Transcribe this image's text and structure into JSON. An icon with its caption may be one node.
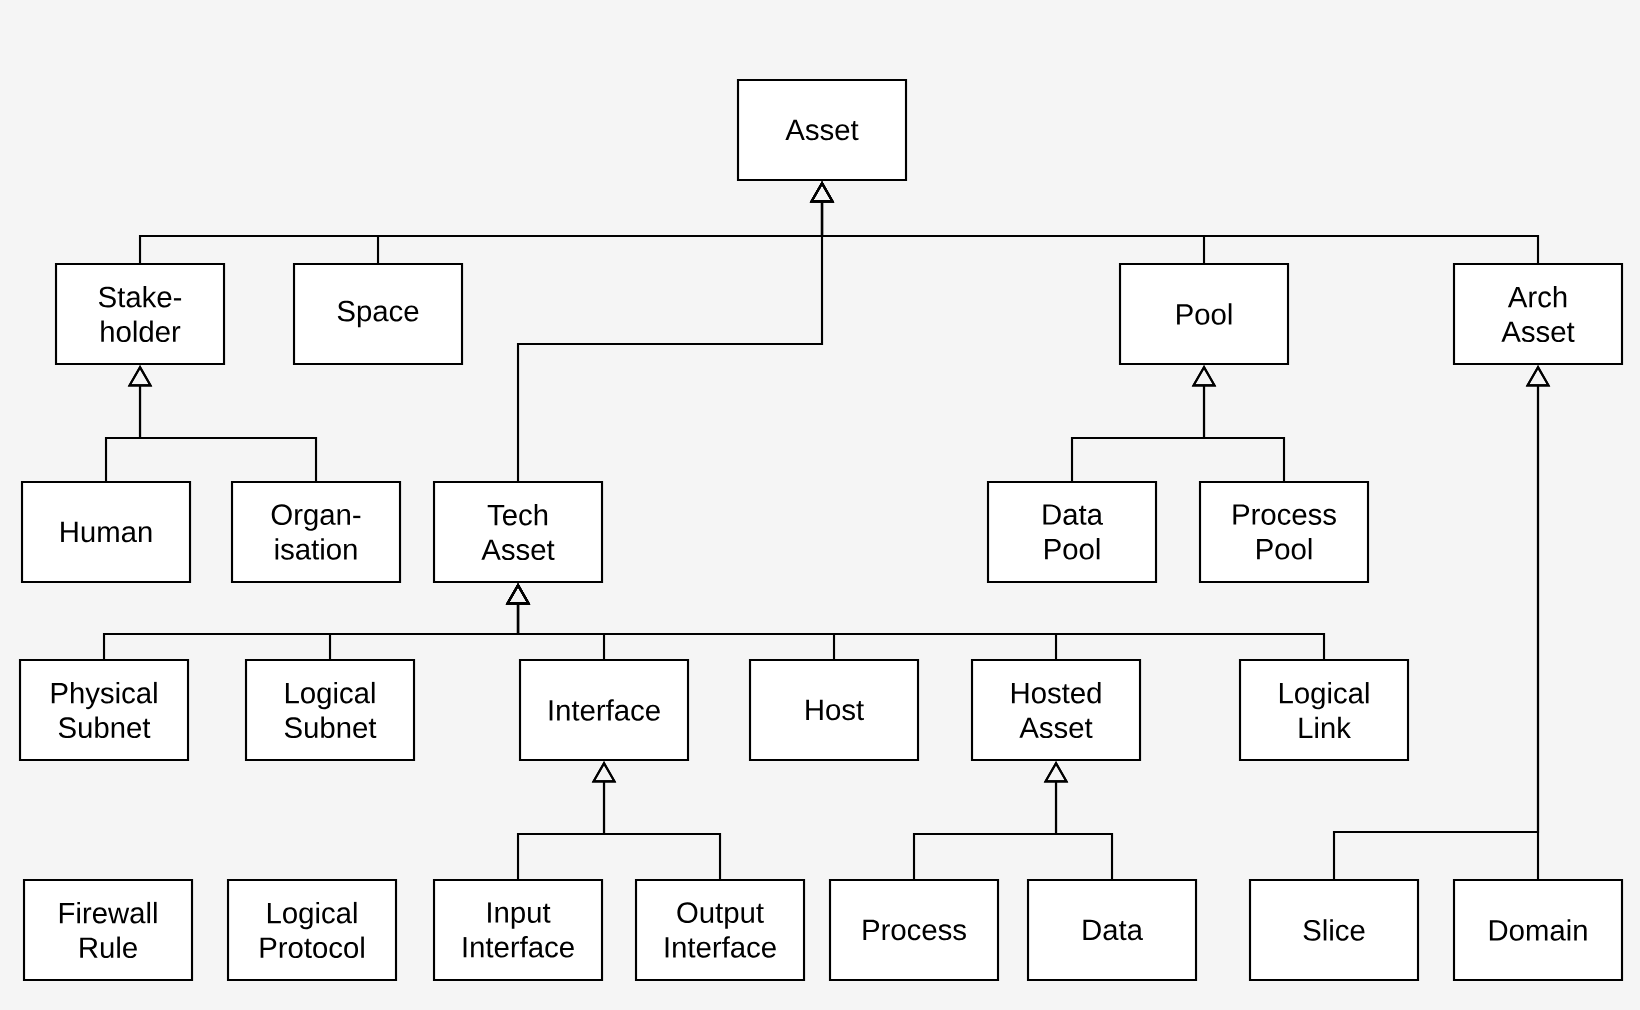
{
  "diagram": {
    "nodes": [
      {
        "text": [
          "Asset"
        ]
      },
      {
        "text": [
          "Stake- holder"
        ]
      },
      {
        "text": [
          "Space"
        ]
      },
      {
        "text": [
          "Pool"
        ]
      },
      {
        "text": [
          "Arch Asset"
        ]
      },
      {
        "text": [
          "Human"
        ]
      },
      {
        "text": [
          "Organ- isation"
        ]
      },
      {
        "text": [
          "Tech Asset"
        ]
      },
      {
        "text": [
          "Data Pool"
        ]
      },
      {
        "text": [
          "Process Pool"
        ]
      },
      {
        "text": [
          "Physical Subnet"
        ]
      },
      {
        "text": [
          "Logical Subnet"
        ]
      },
      {
        "text": [
          "Interface"
        ]
      },
      {
        "text": [
          "Host"
        ]
      },
      {
        "text": [
          "Hosted Asset"
        ]
      },
      {
        "text": [
          "Logical Link"
        ]
      },
      {
        "text": [
          "Firewall Rule"
        ]
      },
      {
        "text": [
          "Logical Protocol"
        ]
      },
      {
        "text": [
          "Input Interface"
        ]
      },
      {
        "text": [
          "Output Interface"
        ]
      },
      {
        "text": [
          "Process"
        ]
      },
      {
        "text": [
          "Data"
        ]
      },
      {
        "text": [
          "Slice"
        ]
      },
      {
        "text": [
          "Domain"
        ]
      }
    ],
    "edges": [
      {
        "from": 1,
        "to": 0,
        "arrow": "to"
      },
      {
        "from": 2,
        "to": 0,
        "arrow": "to"
      },
      {
        "from": 3,
        "to": 0,
        "arrow": "to"
      },
      {
        "from": 4,
        "to": 0,
        "arrow": "to"
      },
      {
        "from": 7,
        "to": 0,
        "arrow": "to"
      },
      {
        "from": 5,
        "to": 1,
        "arrow": "to"
      },
      {
        "from": 6,
        "to": 1,
        "arrow": "to"
      },
      {
        "from": 8,
        "to": 3,
        "arrow": "to"
      },
      {
        "from": 9,
        "to": 3,
        "arrow": "to"
      },
      {
        "from": 10,
        "to": 7,
        "arrow": "to"
      },
      {
        "from": 11,
        "to": 7,
        "arrow": "to"
      },
      {
        "from": 12,
        "to": 7,
        "arrow": "to"
      },
      {
        "from": 13,
        "to": 7,
        "arrow": "to"
      },
      {
        "from": 14,
        "to": 7,
        "arrow": "to"
      },
      {
        "from": 15,
        "to": 7,
        "arrow": "to"
      },
      {
        "from": 18,
        "to": 12,
        "arrow": "to"
      },
      {
        "from": 19,
        "to": 12,
        "arrow": "to"
      },
      {
        "from": 20,
        "to": 14,
        "arrow": "to"
      },
      {
        "from": 21,
        "to": 14,
        "arrow": "to"
      },
      {
        "from": 22,
        "to": 4,
        "arrow": "to"
      },
      {
        "from": 23,
        "to": 4,
        "arrow": "to"
      }
    ]
  }
}
